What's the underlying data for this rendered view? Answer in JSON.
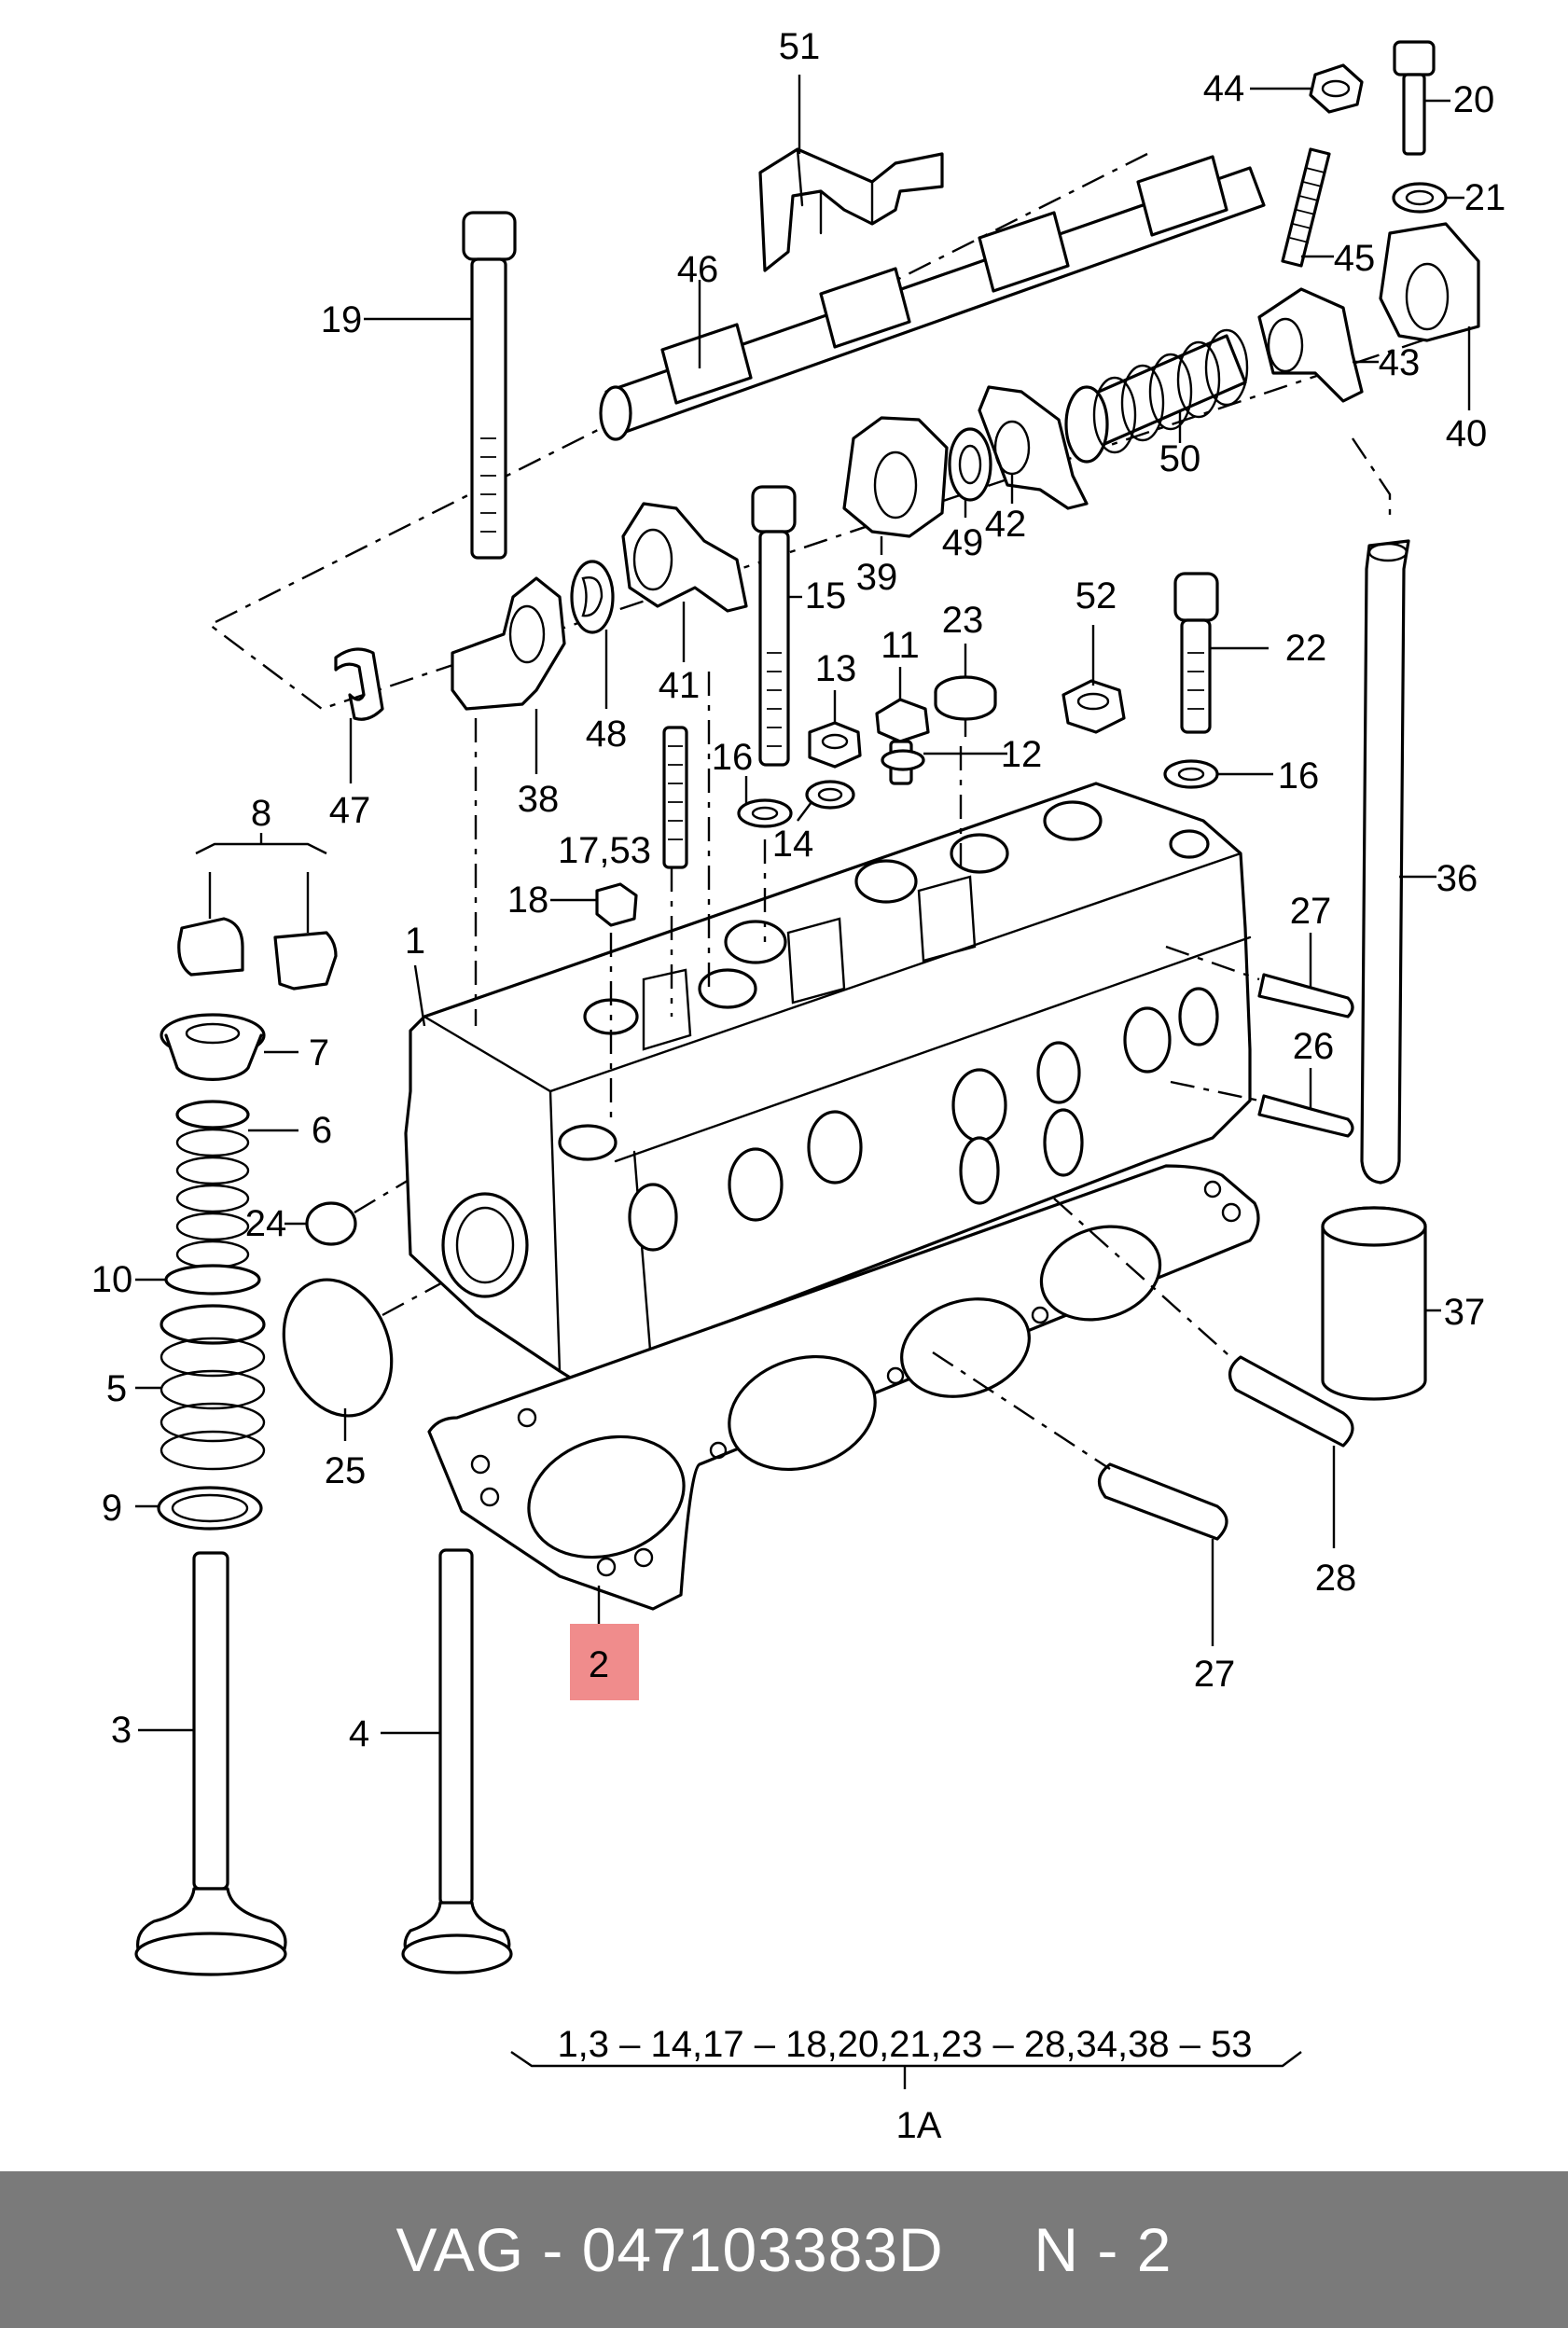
{
  "labels": {
    "l51": "51",
    "l44": "44",
    "l20": "20",
    "l21": "21",
    "l45": "45",
    "l46": "46",
    "l19": "19",
    "l43": "43",
    "l40": "40",
    "l50": "50",
    "l42": "42",
    "l49": "49",
    "l39": "39",
    "l15": "15",
    "l41": "41",
    "l48": "48",
    "l38": "38",
    "l47": "47",
    "l23": "23",
    "l52": "52",
    "l22": "22",
    "l13": "13",
    "l11": "11",
    "l12": "12",
    "l16a": "16",
    "l16b": "16",
    "l14": "14",
    "l17_53": "17,53",
    "l18": "18",
    "l8": "8",
    "l36": "36",
    "l27a": "27",
    "l26": "26",
    "l1": "1",
    "l7": "7",
    "l6": "6",
    "l24": "24",
    "l10": "10",
    "l5": "5",
    "l9": "9",
    "l25": "25",
    "l37": "37",
    "l28": "28",
    "l27b": "27",
    "l2": "2",
    "l3": "3",
    "l4": "4",
    "range": "1,3 – 14,17 – 18,20,21,23 – 28,34,38 – 53",
    "kit": "1A"
  },
  "highlight": {
    "part": "2",
    "color": "#f08c8c"
  },
  "footer": {
    "brand": "VAG",
    "sep1": " - ",
    "part_number": "047103383D",
    "gap": "     ",
    "page": "N - 2"
  }
}
